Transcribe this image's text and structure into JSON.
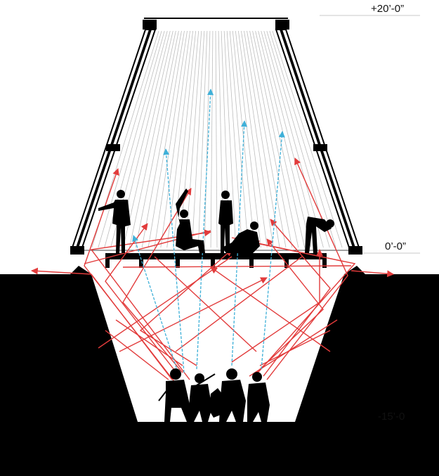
{
  "levels": {
    "top": "+20’-0”",
    "ground": "0’-0”",
    "pit": "-15’-0"
  },
  "colors": {
    "earth": "#000000",
    "structure": "#000000",
    "glass_line": "#b8b8b8",
    "level_line": "#bdbdbd",
    "sound_reflection": "#e23b3b",
    "sound_direct": "#3fb0d8"
  },
  "figures": {
    "stage_people": [
      "standing-person",
      "seated-person-reaching",
      "standing-person",
      "seated-person",
      "bending-person"
    ],
    "pit_musicians": [
      "string-quartet"
    ]
  }
}
